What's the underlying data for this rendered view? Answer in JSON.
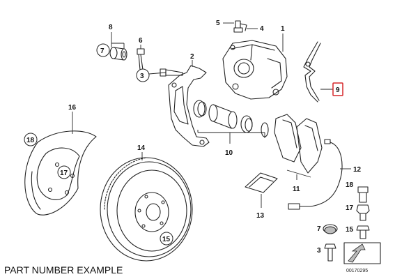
{
  "caption": "PART NUMBER EXAMPLE",
  "diagram_ref": "00170295",
  "colors": {
    "highlight": "#d6262a",
    "line": "#222222",
    "fill": "#ffffff"
  },
  "callouts": {
    "c1": "1",
    "c2": "2",
    "c3": "3",
    "c4": "4",
    "c5": "5",
    "c6": "6",
    "c7": "7",
    "c8": "8",
    "c9": "9",
    "c10": "10",
    "c11": "11",
    "c12": "12",
    "c13": "13",
    "c14": "14",
    "c15": "15",
    "c16": "16",
    "c17": "17",
    "c18": "18",
    "legend18": "18",
    "legend17": "17",
    "legend7": "7",
    "legend15": "15",
    "legend3": "3"
  }
}
